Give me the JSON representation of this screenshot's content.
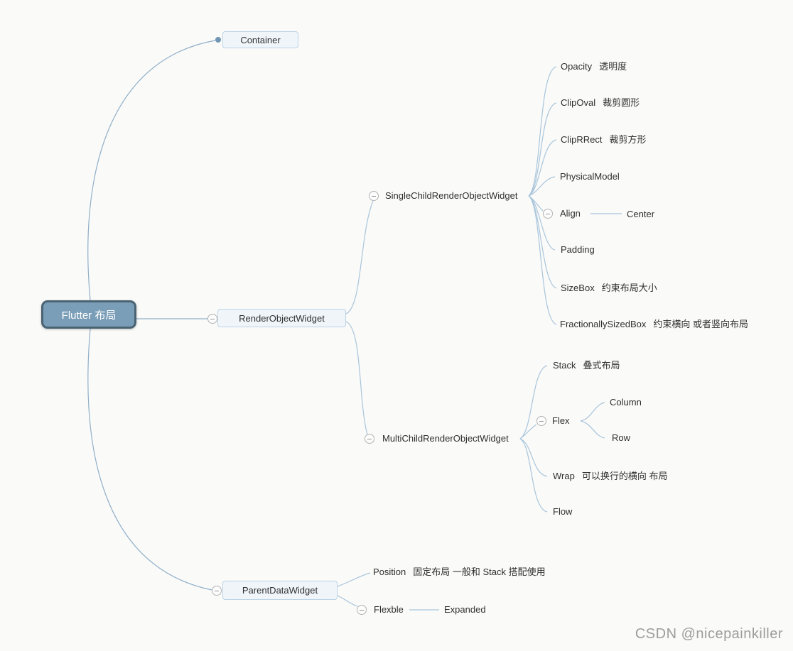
{
  "colors": {
    "root_fill": "#7b9eb8",
    "root_border": "#4a6373",
    "box_fill": "#f0f5fa",
    "box_border": "#bcd3e7",
    "line": "#a9c5dc",
    "text": "#2f2f2f",
    "watermark": "#9d9d9d",
    "bg": "#fafaf8"
  },
  "mindmap": {
    "root": {
      "label": "Flutter 布局"
    },
    "container": {
      "label": "Container"
    },
    "render_object": {
      "label": "RenderObjectWidget",
      "single_child": {
        "label": "SingleChildRenderObjectWidget",
        "children": [
          {
            "label": "Opacity",
            "note": "透明度"
          },
          {
            "label": "ClipOval",
            "note": "裁剪圆形"
          },
          {
            "label": "ClipRRect",
            "note": "裁剪方形"
          },
          {
            "label": "PhysicalModel",
            "note": ""
          },
          {
            "label": "Align",
            "note": ""
          },
          {
            "label": "Padding",
            "note": ""
          },
          {
            "label": "SizeBox",
            "note": "约束布局大小"
          },
          {
            "label": "FractionallySizedBox",
            "note": "约束横向 或者竖向布局"
          }
        ],
        "align_child": {
          "label": "Center"
        }
      },
      "multi_child": {
        "label": "MultiChildRenderObjectWidget",
        "children": [
          {
            "label": "Stack",
            "note": "叠式布局"
          },
          {
            "label": "Flex",
            "note": ""
          },
          {
            "label": "Wrap",
            "note": "可以换行的横向 布局"
          },
          {
            "label": "Flow",
            "note": ""
          }
        ],
        "flex_children": [
          {
            "label": "Column"
          },
          {
            "label": "Row"
          }
        ]
      }
    },
    "parent_data": {
      "label": "ParentDataWidget",
      "children": [
        {
          "label": "Position",
          "note": "固定布局 一般和 Stack 搭配使用"
        },
        {
          "label": "Flexble",
          "note": ""
        }
      ],
      "flexble_child": {
        "label": "Expanded"
      }
    }
  },
  "watermark": "CSDN @nicepainkiller"
}
